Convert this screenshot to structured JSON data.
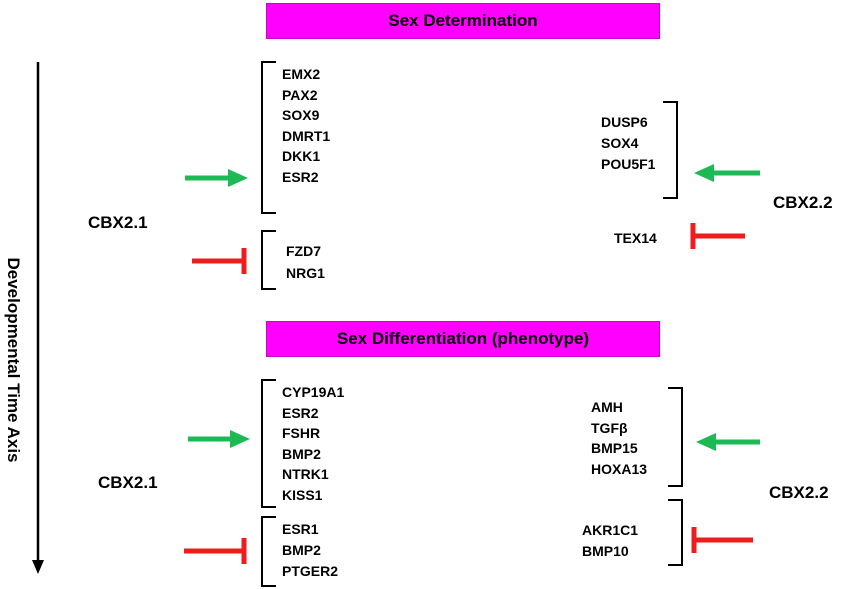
{
  "axis_label": "Developmental Time Axis",
  "sections": [
    {
      "title": "Sex Determination",
      "left": {
        "name": "CBX2.1",
        "activated": [
          "EMX2",
          "PAX2",
          "SOX9",
          "DMRT1",
          "DKK1",
          "ESR2"
        ],
        "repressed": [
          "FZD7",
          "NRG1"
        ]
      },
      "right": {
        "name": "CBX2.2",
        "activated": [
          "DUSP6",
          "SOX4",
          "POU5F1"
        ],
        "repressed": [
          "TEX14"
        ]
      }
    },
    {
      "title": "Sex Differentiation (phenotype)",
      "left": {
        "name": "CBX2.1",
        "activated": [
          "CYP19A1",
          "ESR2",
          "FSHR",
          "BMP2",
          "NTRK1",
          "KISS1"
        ],
        "repressed": [
          "ESR1",
          "BMP2",
          "PTGER2"
        ]
      },
      "right": {
        "name": "CBX2.2",
        "activated": [
          "AMH",
          "TGFβ",
          "BMP15",
          "HOXA13"
        ],
        "repressed": [
          "AKR1C1",
          "BMP10"
        ]
      }
    }
  ],
  "colors": {
    "banner": "#ff00ff",
    "activation_arrow": "#1db954",
    "repression_bar": "#ee1c1c"
  }
}
